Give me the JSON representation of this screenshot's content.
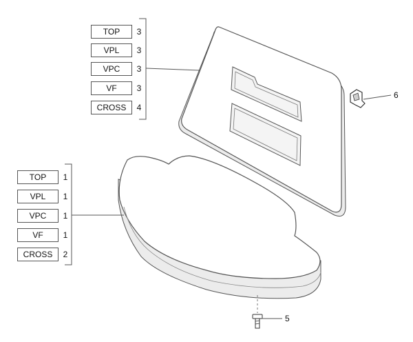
{
  "colors": {
    "line": "#555555",
    "surface": "#ffffff",
    "shadow": "#d8d8d8",
    "text": "#111111"
  },
  "upper_group": {
    "rows": [
      {
        "variant": "TOP",
        "qty": "3"
      },
      {
        "variant": "VPL",
        "qty": "3"
      },
      {
        "variant": "VPC",
        "qty": "3"
      },
      {
        "variant": "VF",
        "qty": "3"
      },
      {
        "variant": "CROSS",
        "qty": "4"
      }
    ]
  },
  "lower_group": {
    "rows": [
      {
        "variant": "TOP",
        "qty": "1"
      },
      {
        "variant": "VPL",
        "qty": "1"
      },
      {
        "variant": "VPC",
        "qty": "1"
      },
      {
        "variant": "VF",
        "qty": "1"
      },
      {
        "variant": "CROSS",
        "qty": "2"
      }
    ]
  },
  "callouts": {
    "screw": "5",
    "clip": "6"
  }
}
